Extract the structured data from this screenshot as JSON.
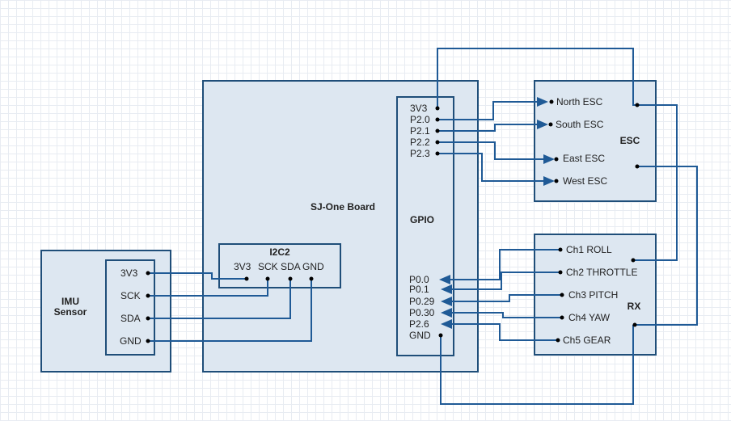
{
  "board": {
    "title": "SJ-One Board"
  },
  "gpio": {
    "title": "GPIO",
    "top_pins": [
      "3V3",
      "P2.0",
      "P2.1",
      "P2.2",
      "P2.3"
    ],
    "bottom_pins": [
      "P0.0",
      "P0.1",
      "P0.29",
      "P0.30",
      "P2.6",
      "GND"
    ]
  },
  "i2c": {
    "title": "I2C2",
    "pins": [
      "3V3",
      "SCK",
      "SDA",
      "GND"
    ]
  },
  "imu": {
    "title_line1": "IMU",
    "title_line2": "Sensor",
    "pins": [
      "3V3",
      "SCK",
      "SDA",
      "GND"
    ]
  },
  "esc": {
    "title": "ESC",
    "pins": [
      "North ESC",
      "South ESC",
      "East ESC",
      "West ESC"
    ]
  },
  "rx": {
    "title": "RX",
    "pins": [
      "Ch1 ROLL",
      "Ch2 THROTTLE",
      "Ch3 PITCH",
      "Ch4 YAW",
      "Ch5 GEAR"
    ]
  },
  "colors": {
    "block_fill": "#dde7f1",
    "block_border": "#1f4e79",
    "wire": "#1f5a96"
  }
}
